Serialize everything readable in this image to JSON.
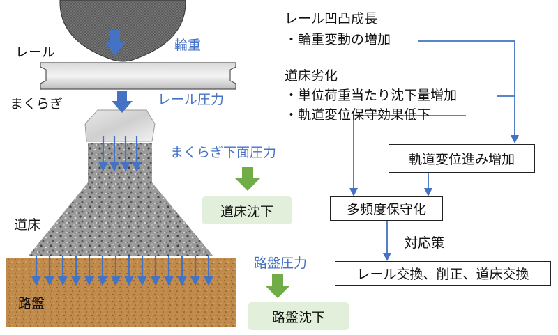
{
  "left": {
    "rail_label": "レール",
    "wheel_load_label": "輪重",
    "sleeper_label": "まくらぎ",
    "rail_pressure_label": "レール圧力",
    "sleeper_pressure_label": "まくらぎ下面圧力",
    "ballast_label": "道床",
    "ballast_settlement": "道床沈下",
    "roadbed_pressure_label": "路盤圧力",
    "roadbed_label": "路盤",
    "roadbed_settlement": "路盤沈下"
  },
  "right": {
    "rail_growth_title": "レール凹凸成長",
    "rail_growth_item": "・輪重変動の増加",
    "ballast_degradation_title": "道床劣化",
    "ballast_item_1": "・単位荷重当たり沈下量増加",
    "ballast_item_2": "・軌道変位保守効果低下",
    "track_irregularity_box": "軌道変位進み増加",
    "frequent_maintenance_box": "多頻度保守化",
    "countermeasure_label": "対応策",
    "countermeasure_box": "レール交換、削正、道床交換"
  },
  "colors": {
    "arrow_blue": "#4472c4",
    "arrow_green": "#70ad47",
    "label_blue": "#4472c4",
    "settlement_box": "#e2efda"
  }
}
